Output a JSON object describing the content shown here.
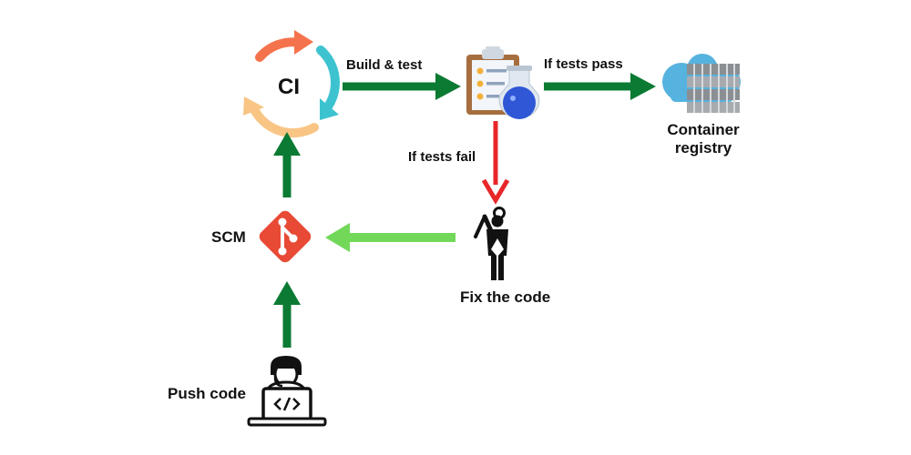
{
  "nodes": {
    "ci": {
      "label": "CI",
      "icon": "ci-cycle-icon"
    },
    "tests": {
      "icon": "test-clipboard-flask-icon"
    },
    "registry": {
      "label_line1": "Container",
      "label_line2": "registry",
      "icon": "container-registry-icon"
    },
    "fix": {
      "label": "Fix the code",
      "icon": "developer-wrench-icon"
    },
    "scm": {
      "label": "SCM",
      "icon": "git-icon"
    },
    "push": {
      "label": "Push code",
      "icon": "developer-laptop-icon"
    }
  },
  "edges": {
    "build_test": "Build & test",
    "tests_pass": "If tests pass",
    "tests_fail": "If tests fail"
  },
  "colors": {
    "green_arrow": "#0b7a33",
    "red_arrow": "#e8262a",
    "light_green_arrow": "#72d85a",
    "git_red": "#e84a35",
    "ci_orange": "#f5734c",
    "ci_teal": "#3cc3cf",
    "ci_peach": "#f9c585",
    "registry_blue": "#56b3df"
  }
}
